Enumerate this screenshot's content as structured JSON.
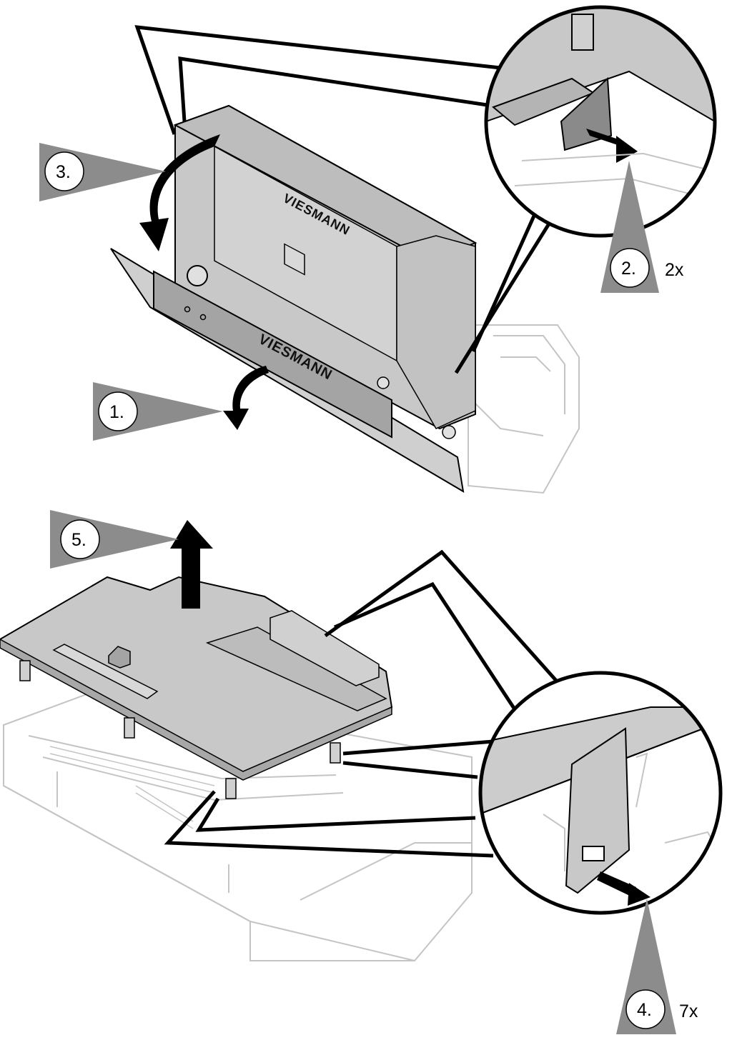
{
  "steps": [
    {
      "label": "1."
    },
    {
      "label": "2.",
      "count": "2x"
    },
    {
      "label": "3."
    },
    {
      "label": "4.",
      "count": "7x"
    },
    {
      "label": "5."
    }
  ],
  "brand": {
    "logo_text": "VIESMANN"
  },
  "colors": {
    "housing_gray": "#c8c8c8",
    "panel_gray": "#d4d4d4",
    "dark_strip": "#a4a4a4",
    "callout_gray": "#8c8c8c",
    "outline": "#000000",
    "base_outline": "#c4c4c4"
  }
}
